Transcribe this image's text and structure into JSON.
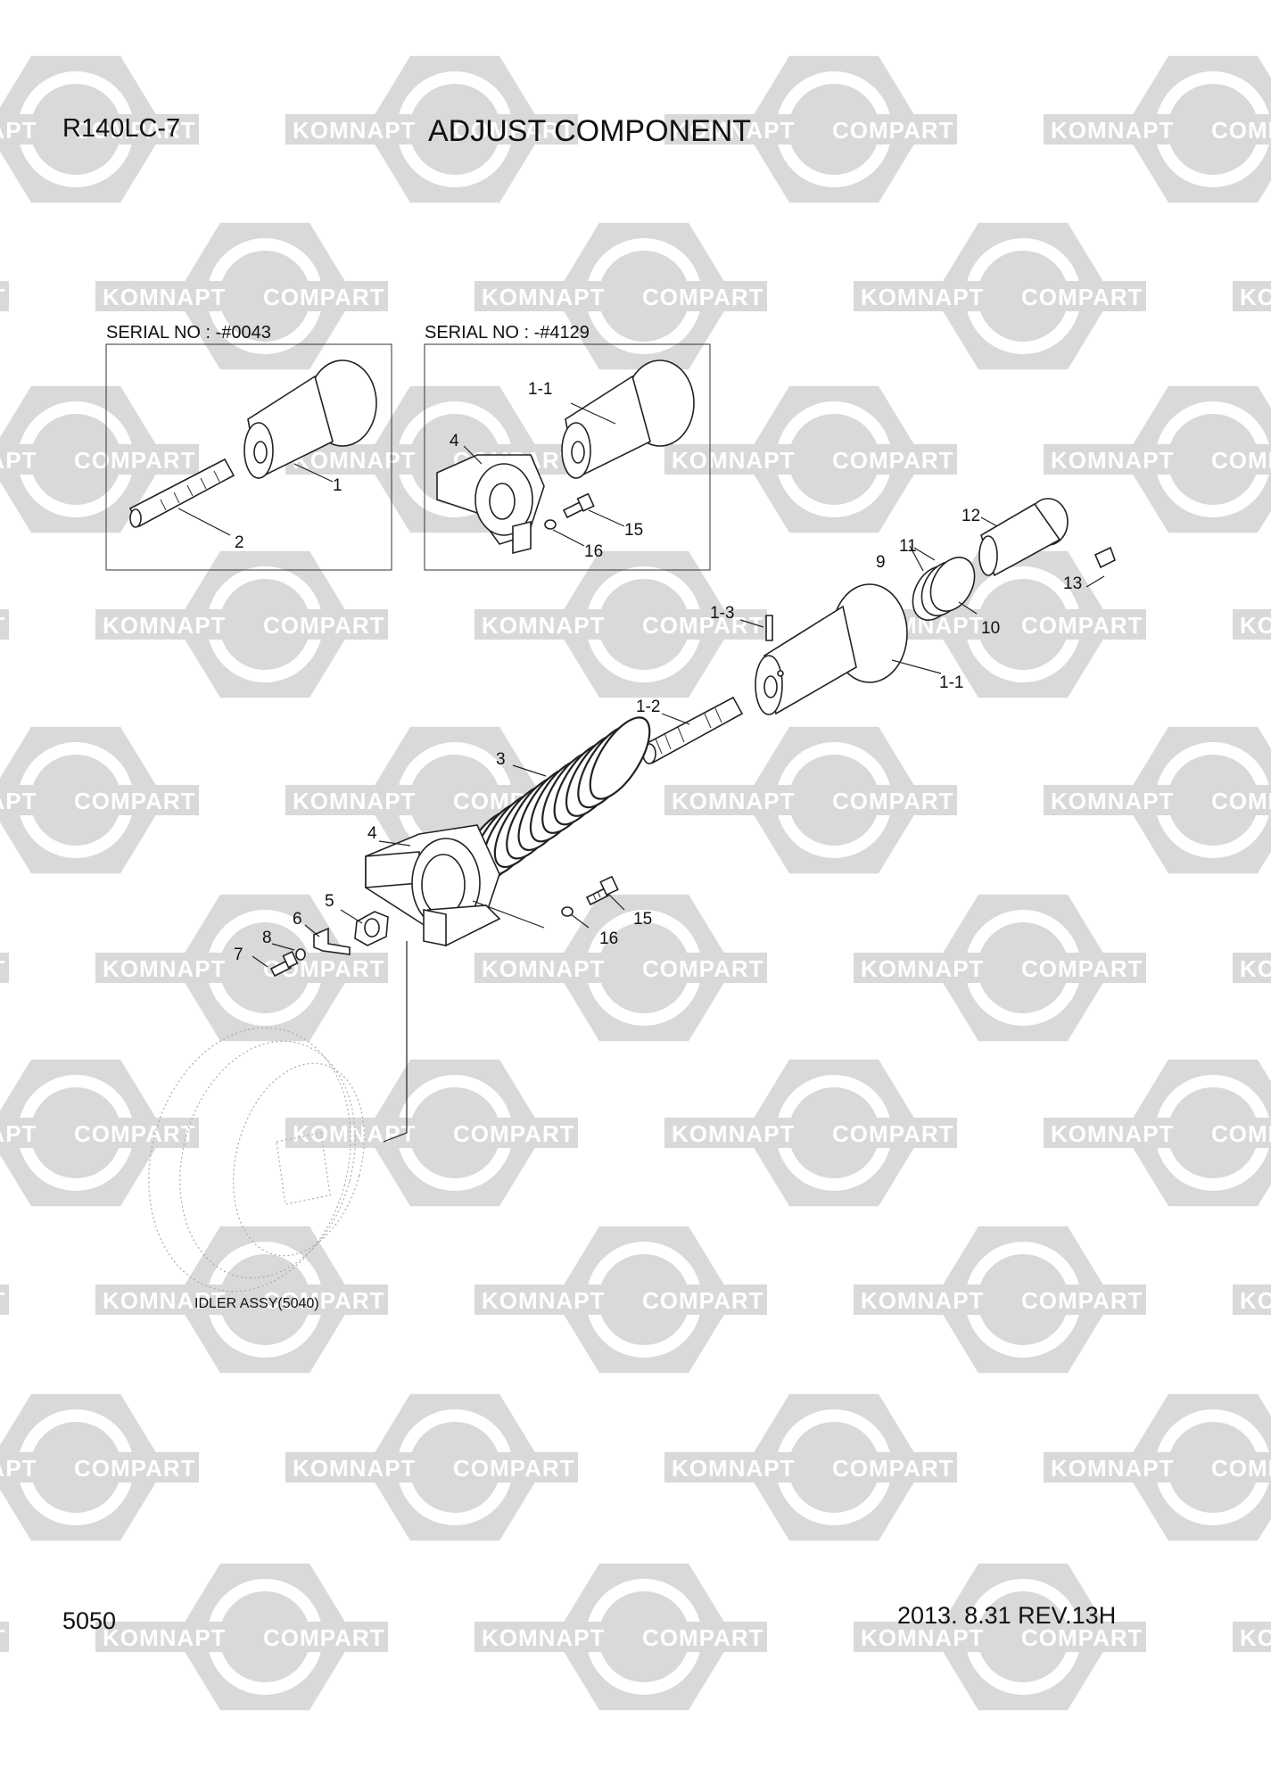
{
  "header": {
    "model": "R140LC-7",
    "title": "ADJUST COMPONENT"
  },
  "footer": {
    "page_number": "5050",
    "revision": "2013. 8.31  REV.13H"
  },
  "watermark": {
    "texts": [
      "KOMNAPT",
      "COMPART"
    ],
    "color": "#d9d9d9"
  },
  "insets": [
    {
      "serial": "SERIAL NO : -#0043",
      "callouts": [
        "1",
        "2"
      ]
    },
    {
      "serial": "SERIAL NO : -#4129",
      "callouts": [
        "1-1",
        "4",
        "15",
        "16"
      ]
    }
  ],
  "reference": {
    "idler_label": "IDLER ASSY(5040)"
  },
  "callouts": {
    "main": [
      "12",
      "11",
      "9",
      "13",
      "10",
      "1-3",
      "1-1",
      "1-2",
      "3",
      "4",
      "5",
      "6",
      "8",
      "7",
      "15",
      "16"
    ]
  },
  "colors": {
    "ink": "#222222",
    "watermark": "#d9d9d9",
    "background": "#ffffff"
  }
}
